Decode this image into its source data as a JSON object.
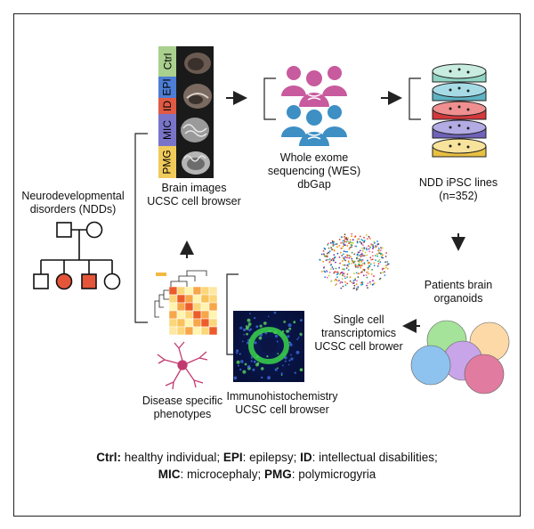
{
  "ndd": {
    "label1": "Neurodevelopmental",
    "label2": "disorders (NDDs)"
  },
  "brain_images": {
    "strips": [
      {
        "label": "Ctrl",
        "color": "#a9d08e"
      },
      {
        "label": "EPI",
        "color": "#4d7ed6"
      },
      {
        "label": "ID",
        "color": "#e05a44"
      },
      {
        "label": "MIC",
        "color": "#7a74c8"
      },
      {
        "label": "PMG",
        "color": "#f0cb5a"
      }
    ],
    "caption1": "Brain images",
    "caption2": "UCSC cell browser"
  },
  "wes": {
    "line1": "Whole exome",
    "line2": "sequencing (WES)",
    "line3": "dbGap"
  },
  "ipsc": {
    "line1": "NDD iPSC lines",
    "line2": "(n=352)"
  },
  "organoids": {
    "line1": "Patients brain",
    "line2": "organoids"
  },
  "single_cell": {
    "line1": "Single cell",
    "line2": "transcriptomics",
    "line3": "UCSC cell brower"
  },
  "ihc": {
    "line1": "Immunohistochemistry",
    "line2": "UCSC cell browser"
  },
  "phenotypes": {
    "line1": "Disease specific",
    "line2": "phenotypes"
  },
  "legend": {
    "ctrl_key": "Ctrl:",
    "ctrl_val": " healthy individual; ",
    "epi_key": "EPI",
    "epi_val": ": epilepsy; ",
    "id_key": "ID",
    "id_val": ": intellectual disabilities;",
    "mic_key": "MIC",
    "mic_val": ": microcephaly; ",
    "pmg_key": "PMG",
    "pmg_val": ": polymicrogyria"
  },
  "colors": {
    "affected": "#e5553a",
    "people_pink": "#c85a9e",
    "people_blue": "#3d8fc4",
    "arrow": "#222222"
  }
}
